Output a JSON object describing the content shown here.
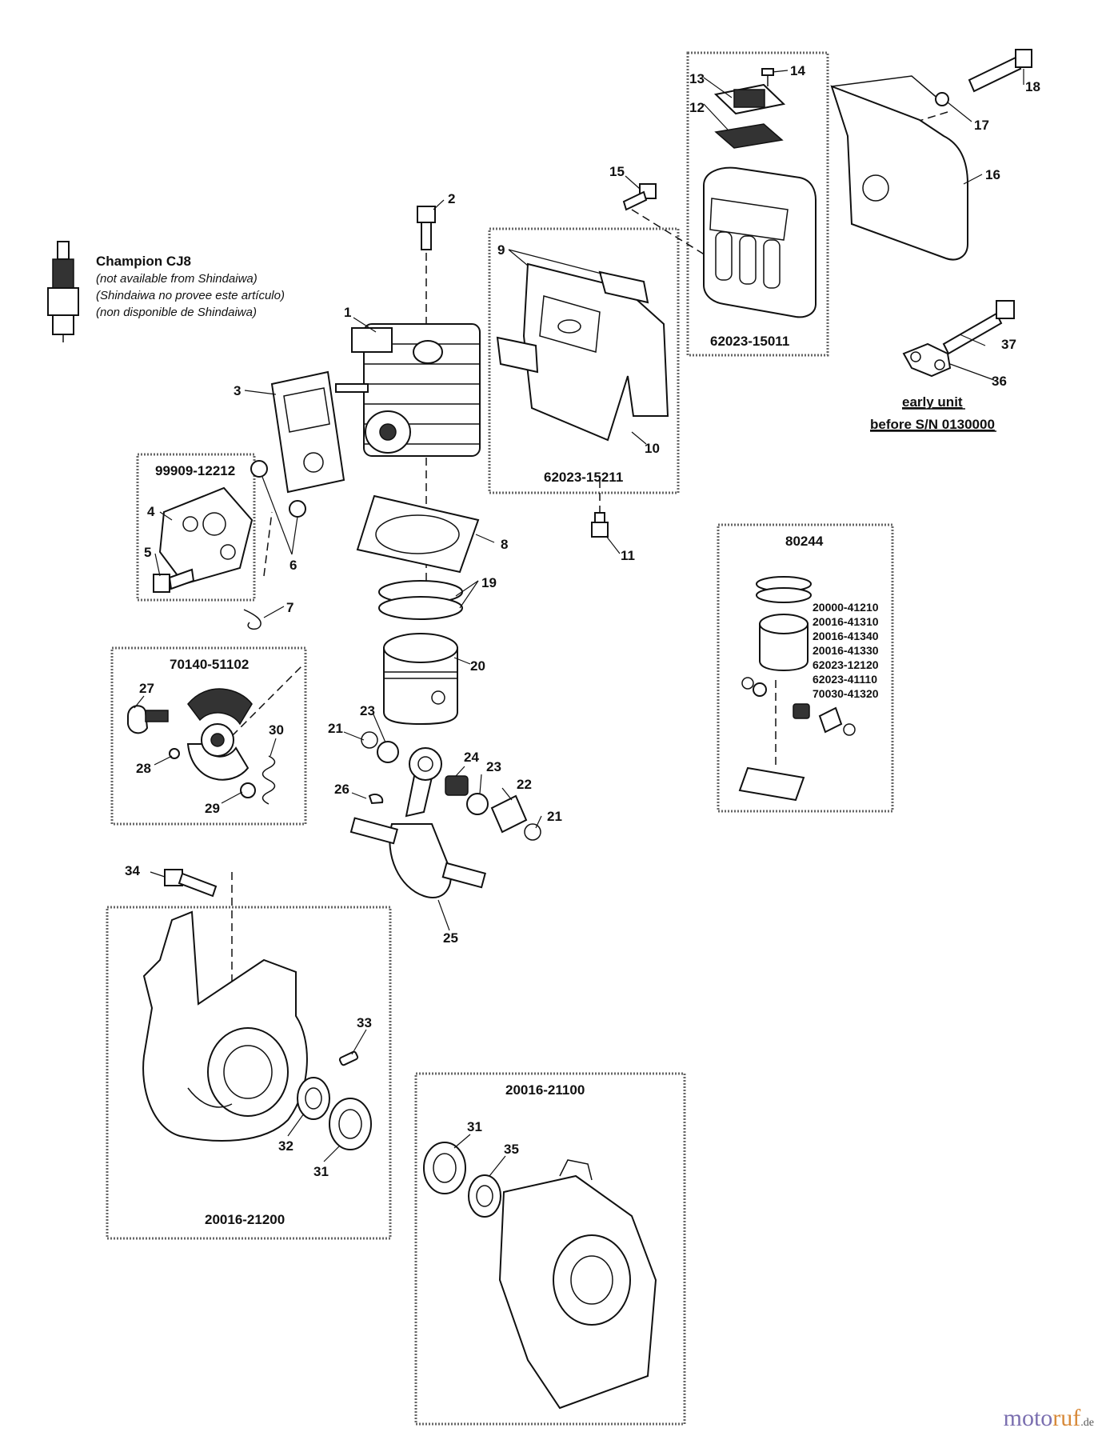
{
  "plug": {
    "title": "Champion CJ8",
    "notes": [
      "(not available from Shindaiwa)",
      "(Shindaiwa no provee este artículo)",
      "(non disponible de Shindaiwa)"
    ]
  },
  "kits": {
    "muffler": "62023-15011",
    "muffler_plate": "62023-15211",
    "carburetor_insulator": "99909-12212",
    "clutch": "70140-51102",
    "piston_kit": "80244",
    "crankcase_left": "20016-21200",
    "crankcase_right": "20016-21100"
  },
  "piston_kit_numbers": [
    "20000-41210",
    "20016-41310",
    "20016-41340",
    "20016-41330",
    "62023-12120",
    "62023-41110",
    "70030-41320"
  ],
  "early_unit": {
    "line1": "early unit",
    "line2": "before S/N 0130000"
  },
  "callouts": {
    "p1": "1",
    "p2": "2",
    "p3": "3",
    "p4": "4",
    "p5": "5",
    "p6": "6",
    "p7": "7",
    "p8": "8",
    "p9": "9",
    "p10": "10",
    "p11": "11",
    "p12": "12",
    "p13": "13",
    "p14": "14",
    "p15": "15",
    "p16": "16",
    "p17": "17",
    "p18": "18",
    "p19": "19",
    "p20": "20",
    "p21a": "21",
    "p21b": "21",
    "p22": "22",
    "p23a": "23",
    "p23b": "23",
    "p24": "24",
    "p25": "25",
    "p26": "26",
    "p27": "27",
    "p28": "28",
    "p29": "29",
    "p30": "30",
    "p31a": "31",
    "p31b": "31",
    "p32": "32",
    "p33": "33",
    "p34": "34",
    "p35": "35",
    "p36": "36",
    "p37": "37"
  },
  "watermark": {
    "part1": "moto",
    "part2": "ruf",
    "suffix": ".de"
  }
}
